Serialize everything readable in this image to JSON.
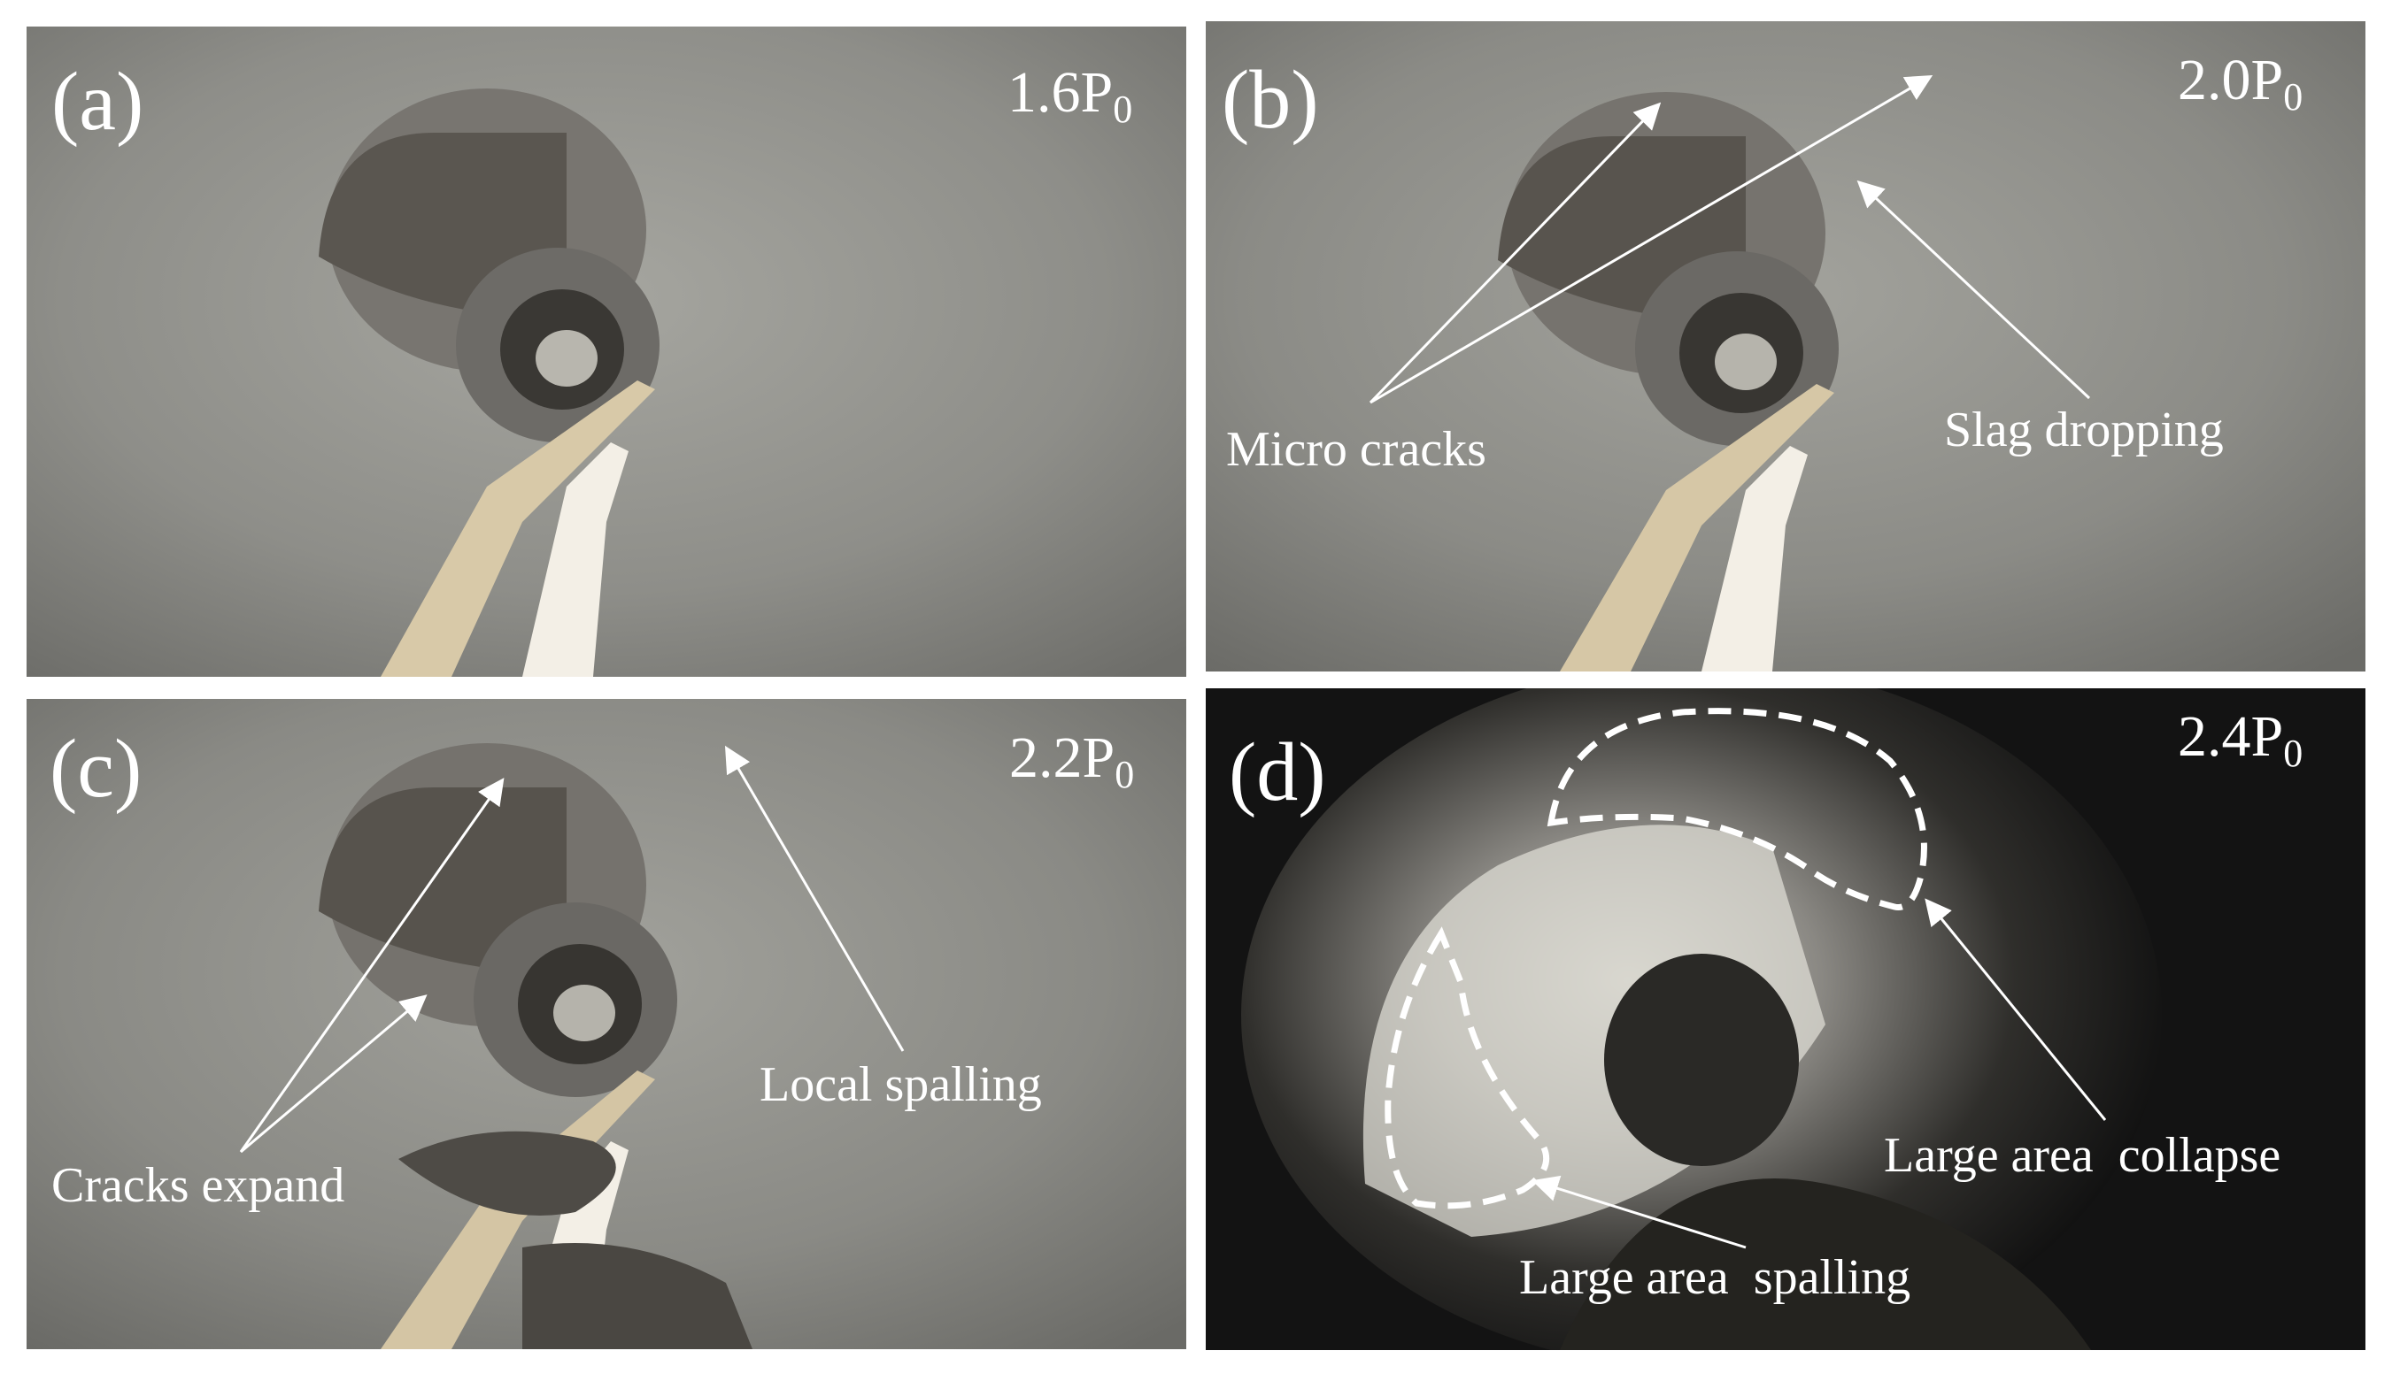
{
  "panels": {
    "a": {
      "label": "(a)",
      "pressure_base": "1.6P",
      "pressure_sub": "0"
    },
    "b": {
      "label": "(b)",
      "pressure_base": "2.0P",
      "pressure_sub": "0",
      "annotations": {
        "micro_cracks": "Micro cracks",
        "slag_dropping": "Slag dropping"
      }
    },
    "c": {
      "label": "(c)",
      "pressure_base": "2.2P",
      "pressure_sub": "0",
      "annotations": {
        "cracks_expand": "Cracks expand",
        "local_spalling": "Local spalling"
      }
    },
    "d": {
      "label": "(d)",
      "pressure_base": "2.4P",
      "pressure_sub": "0",
      "annotations": {
        "large_area_collapse": "Large area  collapse",
        "large_area_spalling": "Large area  spalling"
      }
    }
  },
  "colors": {
    "annotation": "#ffffff",
    "tunnel_gray": "#8f8f8a",
    "dark_background": "#141414"
  }
}
